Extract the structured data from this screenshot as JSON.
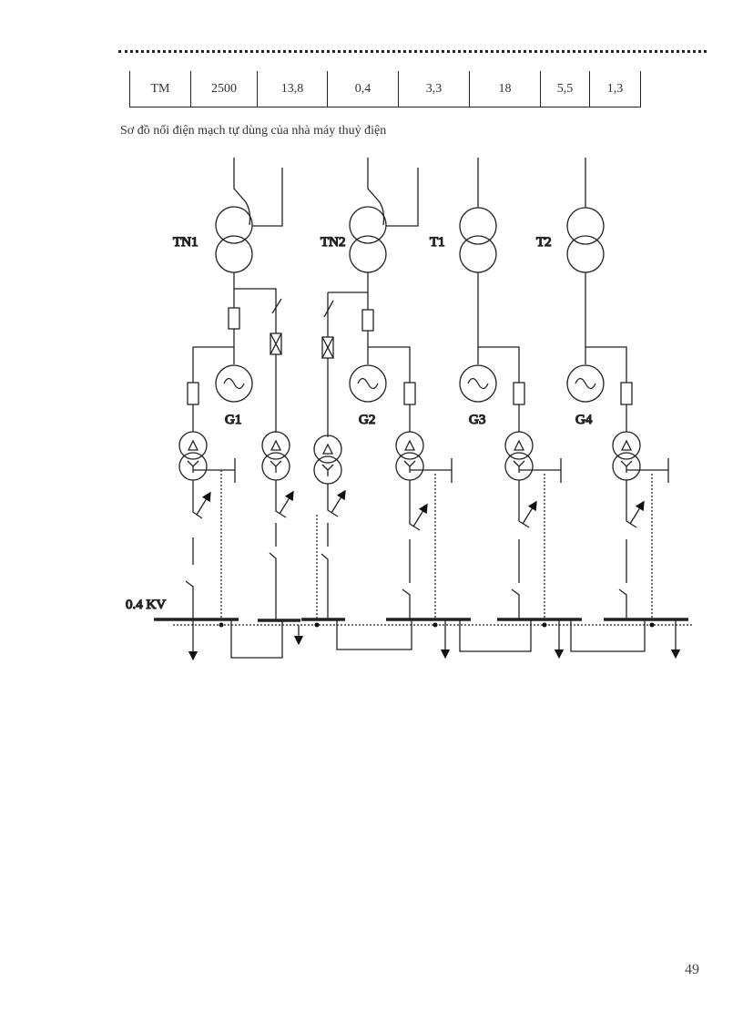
{
  "table": {
    "row": [
      "TM",
      "2500",
      "13,8",
      "0,4",
      "3,3",
      "18",
      "5,5",
      "1,3"
    ]
  },
  "caption": "Sơ đồ nối điện mạch tự dùng của nhà máy thuỷ điện",
  "diagram": {
    "transformers": [
      "TN1",
      "TN2",
      "T1",
      "T2"
    ],
    "generators": [
      "G1",
      "G2",
      "G3",
      "G4"
    ],
    "bus_voltage_label": "0.4 KV",
    "aux_transformer_symbols": {
      "primary": "Δ",
      "secondary": "Y"
    }
  },
  "page_number": "49"
}
